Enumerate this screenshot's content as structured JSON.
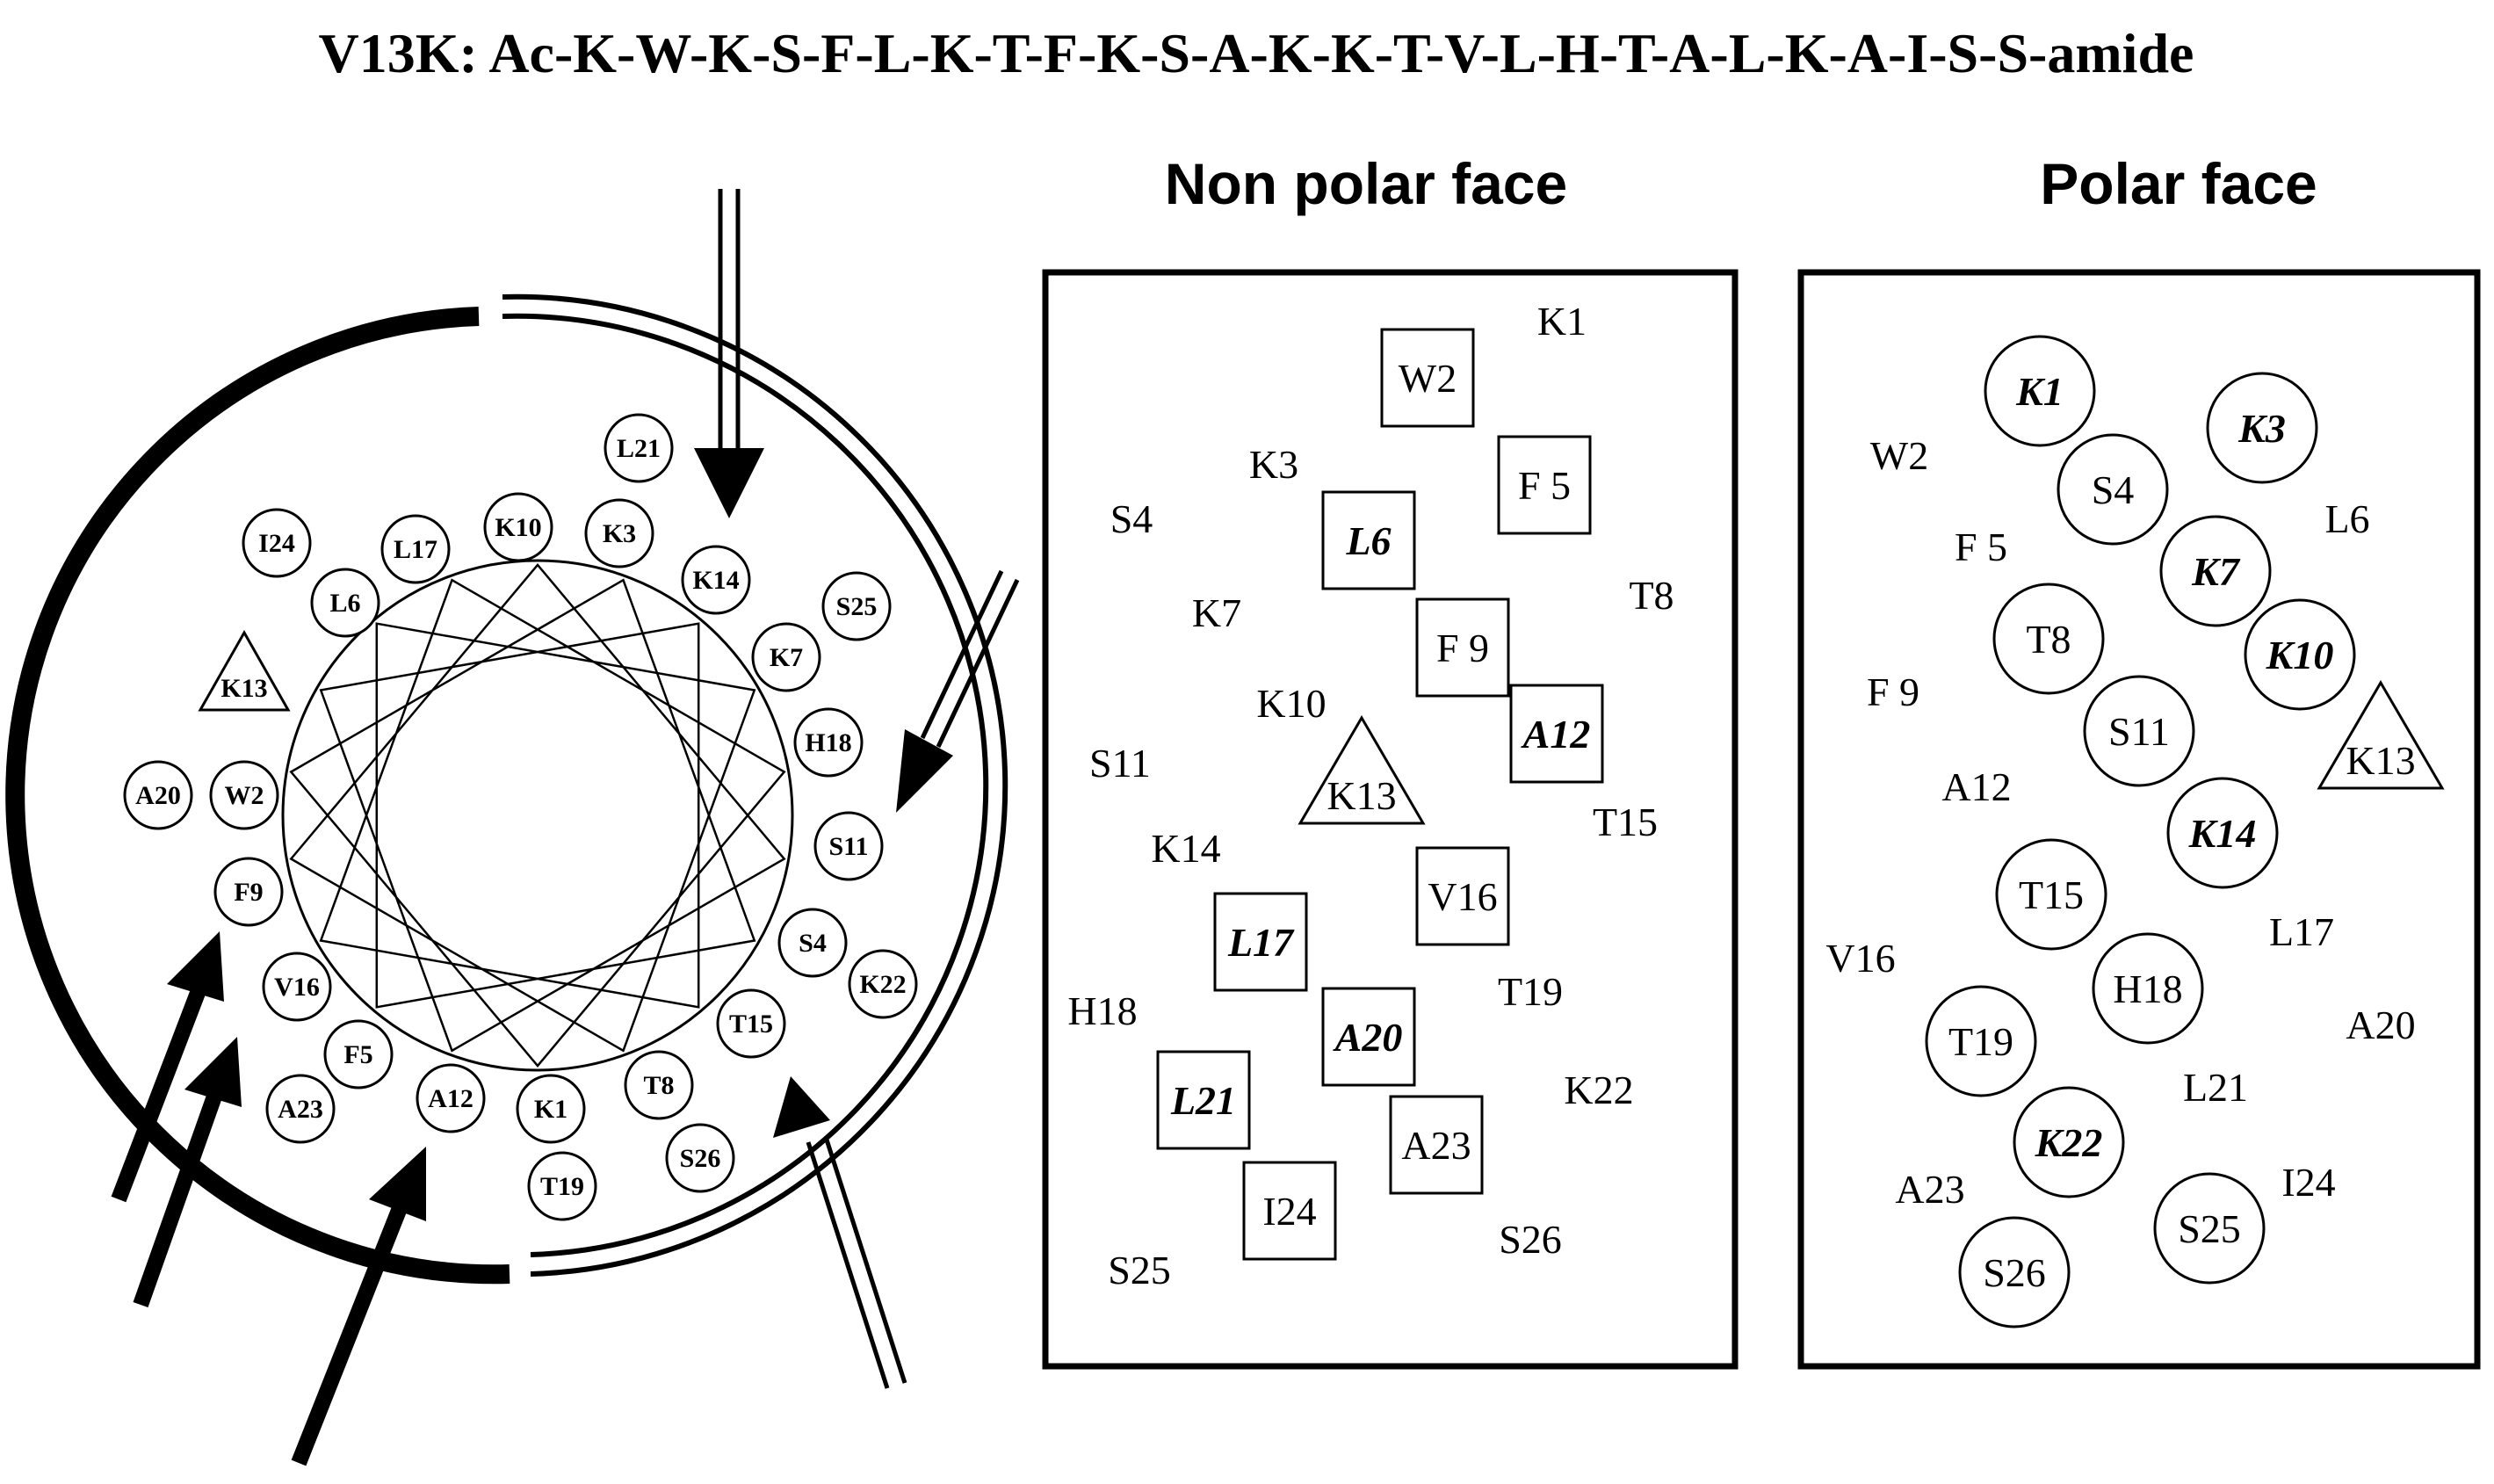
{
  "title": "V13K: Ac-K-W-K-S-F-L-K-T-F-K-S-A-K-K-T-V-L-H-T-A-L-K-A-I-S-S-amide",
  "wheel": {
    "residues": [
      {
        "label": "L21",
        "shape": "circle"
      },
      {
        "label": "I24",
        "shape": "circle"
      },
      {
        "label": "L17",
        "shape": "circle"
      },
      {
        "label": "K10",
        "shape": "circle"
      },
      {
        "label": "K3",
        "shape": "circle"
      },
      {
        "label": "K14",
        "shape": "circle"
      },
      {
        "label": "S25",
        "shape": "circle"
      },
      {
        "label": "L6",
        "shape": "circle"
      },
      {
        "label": "K7",
        "shape": "circle"
      },
      {
        "label": "K13",
        "shape": "triangle"
      },
      {
        "label": "H18",
        "shape": "circle"
      },
      {
        "label": "A20",
        "shape": "circle"
      },
      {
        "label": "W2",
        "shape": "circle"
      },
      {
        "label": "S11",
        "shape": "circle"
      },
      {
        "label": "F9",
        "shape": "circle"
      },
      {
        "label": "S4",
        "shape": "circle"
      },
      {
        "label": "K22",
        "shape": "circle"
      },
      {
        "label": "V16",
        "shape": "circle"
      },
      {
        "label": "T15",
        "shape": "circle"
      },
      {
        "label": "F5",
        "shape": "circle"
      },
      {
        "label": "A23",
        "shape": "circle"
      },
      {
        "label": "A12",
        "shape": "circle"
      },
      {
        "label": "K1",
        "shape": "circle"
      },
      {
        "label": "T8",
        "shape": "circle"
      },
      {
        "label": "S26",
        "shape": "circle"
      },
      {
        "label": "T19",
        "shape": "circle"
      }
    ]
  },
  "nonpolar": {
    "heading": "Non polar face",
    "residues": [
      {
        "label": "K1",
        "box": false,
        "bold": false
      },
      {
        "label": "W2",
        "box": true,
        "bold": false
      },
      {
        "label": "K3",
        "box": false,
        "bold": false
      },
      {
        "label": "F 5",
        "box": true,
        "bold": false
      },
      {
        "label": "S4",
        "box": false,
        "bold": false
      },
      {
        "label": "L6",
        "box": true,
        "bold": true
      },
      {
        "label": "T8",
        "box": false,
        "bold": false
      },
      {
        "label": "K7",
        "box": false,
        "bold": false
      },
      {
        "label": "F 9",
        "box": true,
        "bold": false
      },
      {
        "label": "K10",
        "box": false,
        "bold": false
      },
      {
        "label": "A12",
        "box": true,
        "bold": true
      },
      {
        "label": "S11",
        "box": false,
        "bold": false
      },
      {
        "label": "K13",
        "box": false,
        "bold": false,
        "triangle": true
      },
      {
        "label": "T15",
        "box": false,
        "bold": false
      },
      {
        "label": "K14",
        "box": false,
        "bold": false
      },
      {
        "label": "V16",
        "box": true,
        "bold": false
      },
      {
        "label": "L17",
        "box": true,
        "bold": true
      },
      {
        "label": "H18",
        "box": false,
        "bold": false
      },
      {
        "label": "T19",
        "box": false,
        "bold": false
      },
      {
        "label": "A20",
        "box": true,
        "bold": true
      },
      {
        "label": "K22",
        "box": false,
        "bold": false
      },
      {
        "label": "L21",
        "box": true,
        "bold": true
      },
      {
        "label": "A23",
        "box": true,
        "bold": false
      },
      {
        "label": "I24",
        "box": true,
        "bold": false
      },
      {
        "label": "S26",
        "box": false,
        "bold": false
      },
      {
        "label": "S25",
        "box": false,
        "bold": false
      }
    ]
  },
  "polar": {
    "heading": "Polar face",
    "residues": [
      {
        "label": "K1",
        "circle": true,
        "bold": true
      },
      {
        "label": "K3",
        "circle": true,
        "bold": true
      },
      {
        "label": "W2",
        "circle": false,
        "bold": false
      },
      {
        "label": "S4",
        "circle": true,
        "bold": false
      },
      {
        "label": "L6",
        "circle": false,
        "bold": false
      },
      {
        "label": "F 5",
        "circle": false,
        "bold": false
      },
      {
        "label": "K7",
        "circle": true,
        "bold": true
      },
      {
        "label": "T8",
        "circle": true,
        "bold": false
      },
      {
        "label": "K10",
        "circle": true,
        "bold": true
      },
      {
        "label": "F 9",
        "circle": false,
        "bold": false
      },
      {
        "label": "S11",
        "circle": true,
        "bold": false
      },
      {
        "label": "K13",
        "circle": false,
        "bold": false,
        "triangle": true
      },
      {
        "label": "A12",
        "circle": false,
        "bold": false
      },
      {
        "label": "K14",
        "circle": true,
        "bold": true
      },
      {
        "label": "T15",
        "circle": true,
        "bold": false
      },
      {
        "label": "L17",
        "circle": false,
        "bold": false
      },
      {
        "label": "V16",
        "circle": false,
        "bold": false
      },
      {
        "label": "H18",
        "circle": true,
        "bold": false
      },
      {
        "label": "A20",
        "circle": false,
        "bold": false
      },
      {
        "label": "T19",
        "circle": true,
        "bold": false
      },
      {
        "label": "L21",
        "circle": false,
        "bold": false
      },
      {
        "label": "K22",
        "circle": true,
        "bold": true
      },
      {
        "label": "I24",
        "circle": false,
        "bold": false
      },
      {
        "label": "A23",
        "circle": false,
        "bold": false
      },
      {
        "label": "S25",
        "circle": true,
        "bold": false
      },
      {
        "label": "S26",
        "circle": true,
        "bold": false
      }
    ]
  }
}
